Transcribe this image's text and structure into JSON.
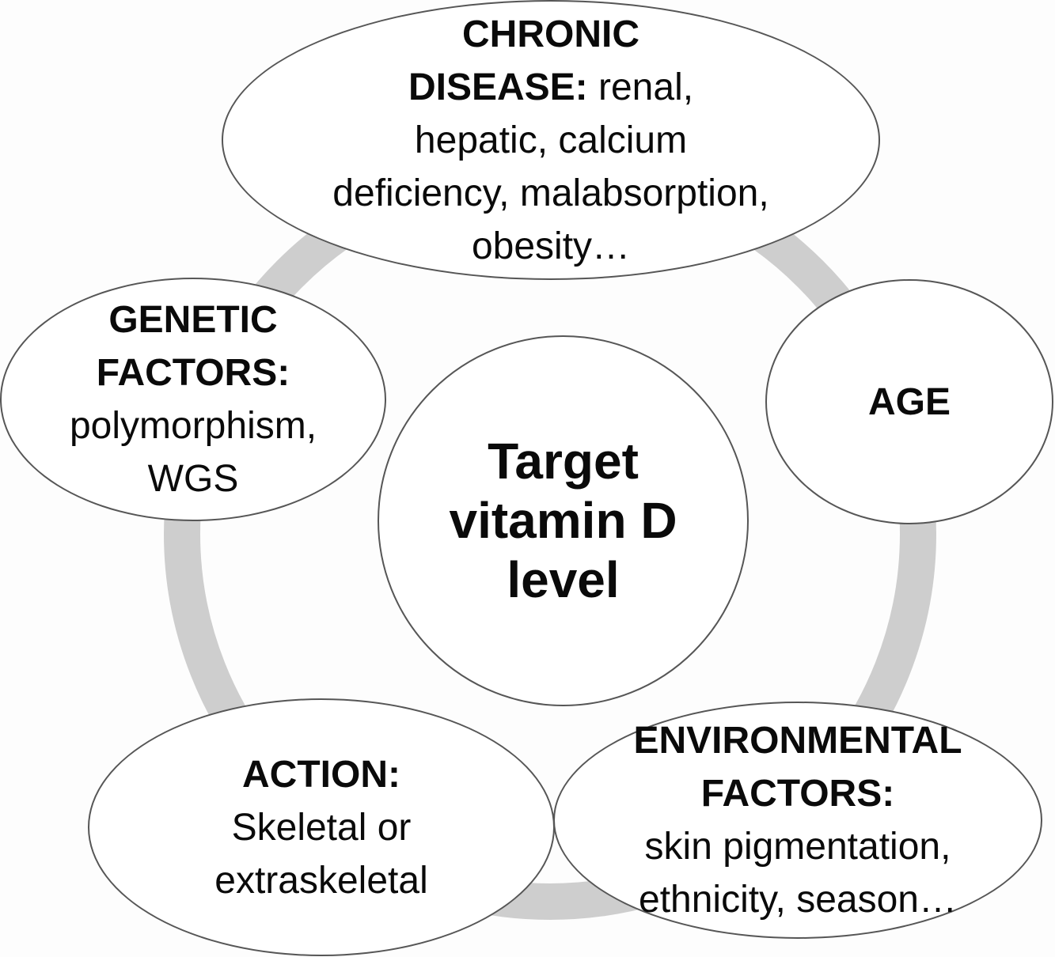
{
  "diagram": {
    "title_semantic": "Factors affecting target vitamin D level",
    "center": {
      "line1": "Target",
      "line2": "vitamin D",
      "line3": "level"
    },
    "nodes": {
      "chronic": {
        "title": "CHRONIC",
        "title2": "DISEASE:",
        "rest2": " renal,",
        "line3": "hepatic, calcium",
        "line4": "deficiency, malabsorption,",
        "line5": "obesity…"
      },
      "genetic": {
        "title": "GENETIC",
        "title2": "FACTORS:",
        "line3": "polymorphism,",
        "line4": "WGS"
      },
      "age": {
        "title": "AGE"
      },
      "environmental": {
        "title": "ENVIRONMENTAL",
        "title2": "FACTORS:",
        "line3": "skin pigmentation,",
        "line4": "ethnicity, season…"
      },
      "action": {
        "title": "ACTION:",
        "line2": "Skeletal or",
        "line3": "extraskeletal"
      }
    },
    "colors": {
      "ring": "#cecece",
      "ellipse_border": "#565656",
      "text": "#0a0a0a",
      "background": "#fdfdfd",
      "ellipse_fill": "#ffffff"
    }
  }
}
